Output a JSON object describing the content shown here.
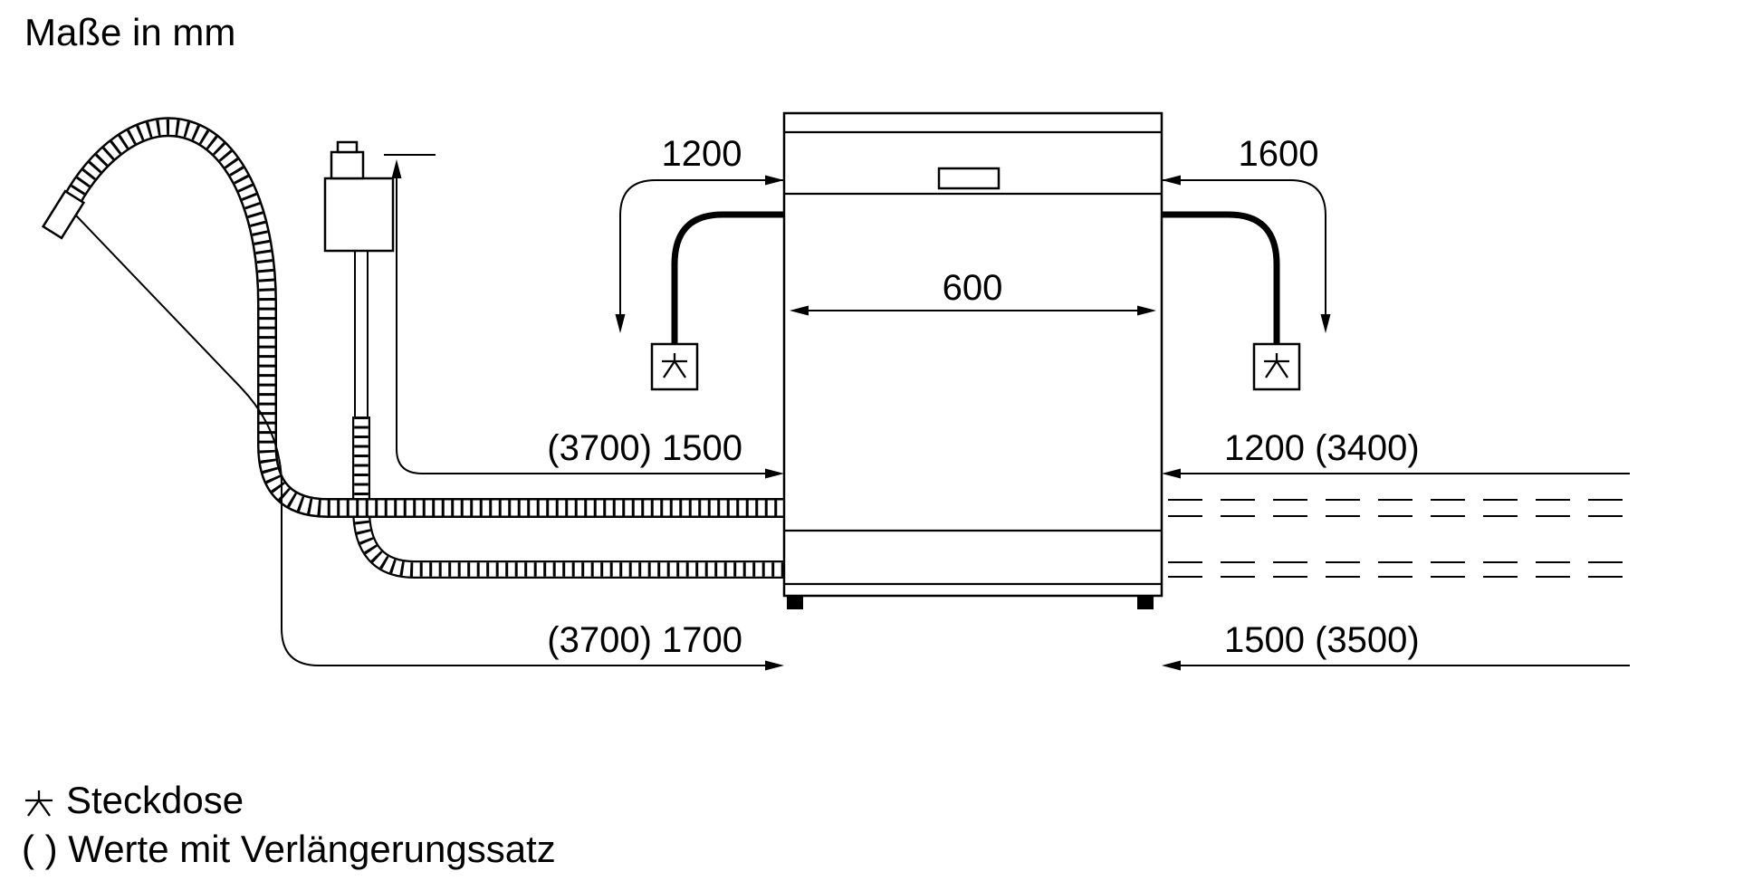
{
  "title": "Maße in mm",
  "colors": {
    "line": "#000000",
    "background": "#ffffff"
  },
  "dimensions": {
    "cord_left": "1200",
    "cord_right": "1600",
    "appliance_width": "600",
    "supply_hose_left": "(3700) 1500",
    "supply_hose_right": "1200 (3400)",
    "drain_hose_left": "(3700) 1700",
    "drain_hose_right": "1500 (3500)"
  },
  "legend": {
    "socket_label": "Steckdose",
    "extension_note": "( ) Werte mit Verlängerungssatz"
  }
}
